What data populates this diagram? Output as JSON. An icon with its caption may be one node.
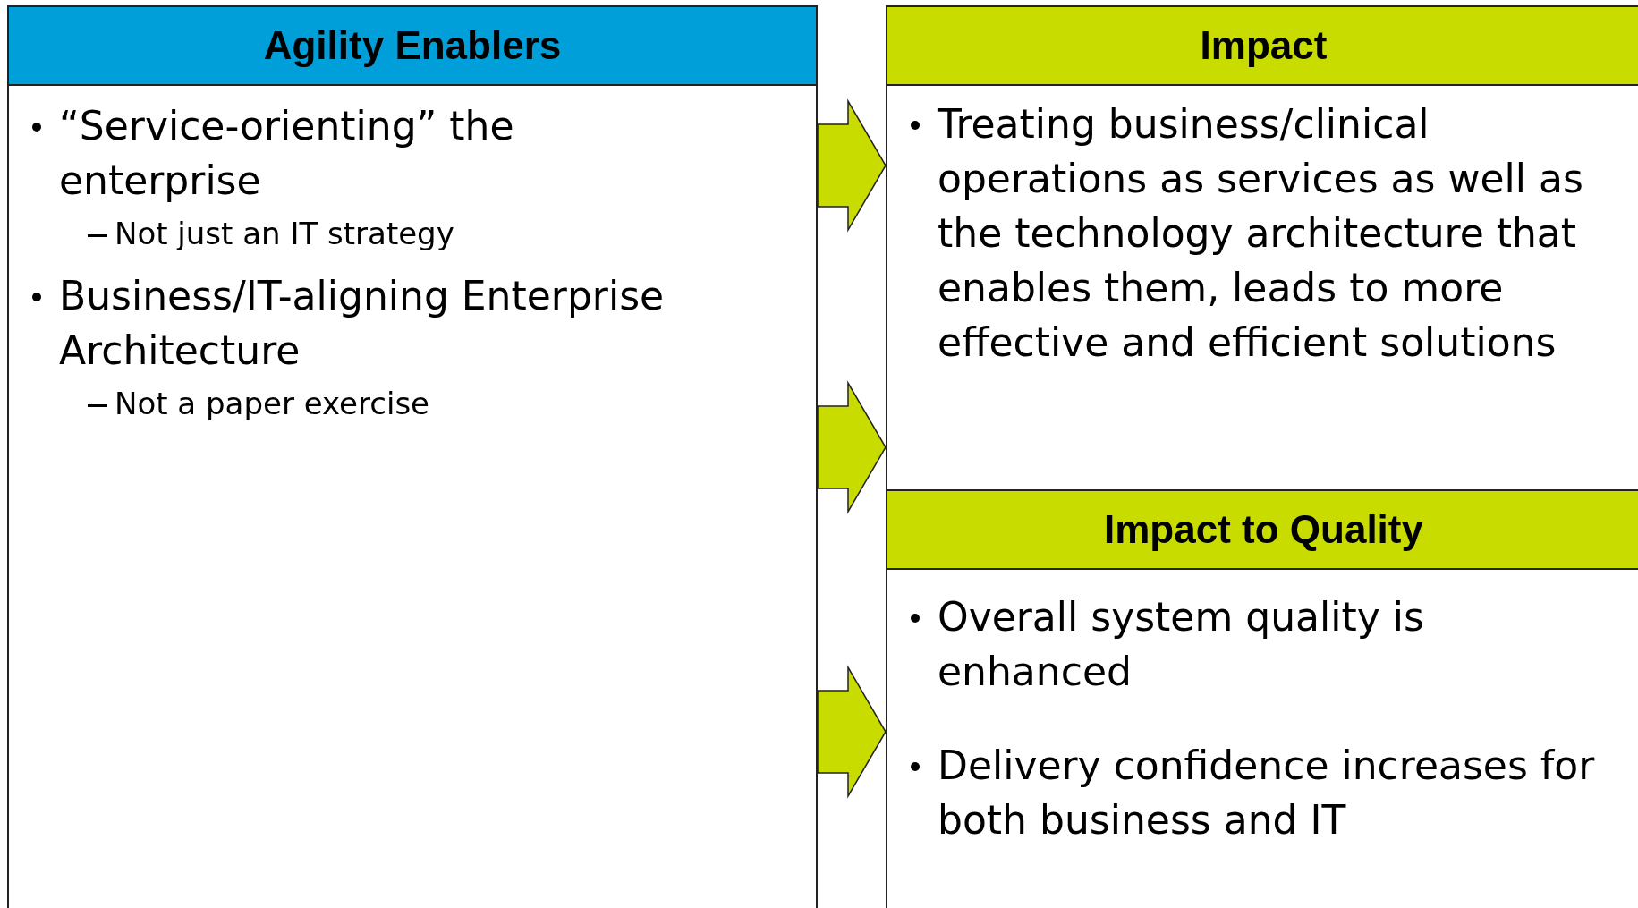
{
  "diagram": {
    "nodes": [
      {
        "text": [
          "Agility Enablers",
          "“Service-orienting” the enterprise",
          "Not just an IT strategy",
          "Business/IT-aligning Enterprise Architecture",
          "Not a paper exercise"
        ]
      },
      {
        "text": [
          "Impact",
          "Treating business/clinical operations as services as well as the technology architecture that enables them, leads to more effective and efficient solutions"
        ]
      },
      {
        "text": [
          "Impact to Quality",
          "Overall system quality is enhanced",
          "Delivery confidence increases for both business and IT"
        ]
      }
    ],
    "edges": [
      {
        "from": 0,
        "to": 1,
        "arrow": "to",
        "style": "thick"
      },
      {
        "from": 0,
        "to": 1,
        "arrow": "to",
        "style": "thick"
      },
      {
        "from": 0,
        "to": 2,
        "arrow": "to",
        "style": "thick"
      }
    ]
  }
}
